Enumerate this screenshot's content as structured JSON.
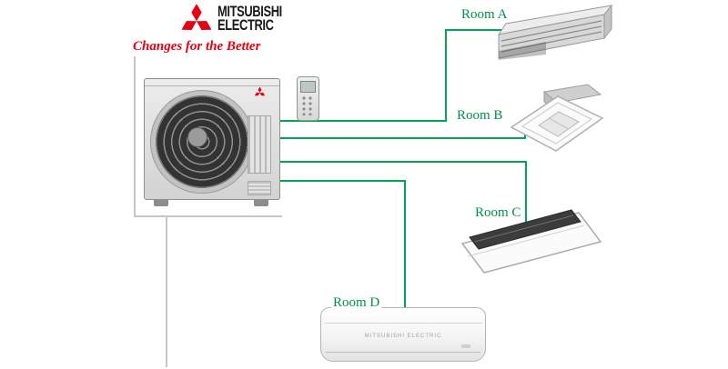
{
  "brand": {
    "name_line1": "MITSUBISHI",
    "name_line2": "ELECTRIC",
    "tagline": "Changes for the Better"
  },
  "rooms": [
    {
      "label": "Room A"
    },
    {
      "label": "Room B"
    },
    {
      "label": "Room C"
    },
    {
      "label": "Room D"
    }
  ],
  "wall_unit": {
    "small_text": "MITSUBISHI ELECTRIC"
  },
  "icons": {
    "brand_logo": "mitsubishi-three-diamonds",
    "outdoor_unit_logo": "mitsubishi-three-diamonds"
  },
  "colors": {
    "line_green": "#00a651",
    "brand_red": "#e60012",
    "label_green": "#00914b",
    "pipe_gray": "#c6c6c6"
  }
}
